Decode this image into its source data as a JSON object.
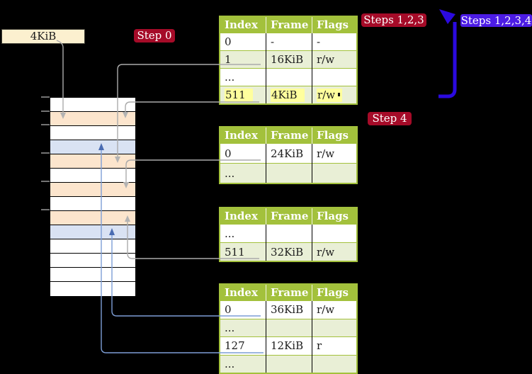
{
  "memory": {
    "page_size_label": "4KiB",
    "rows": [
      "white",
      "orange",
      "white",
      "blue",
      "orange",
      "white",
      "orange",
      "white",
      "orange",
      "blue",
      "white",
      "white",
      "white",
      "white"
    ]
  },
  "labels": {
    "step0": "Step 0",
    "steps123": "Steps 1,2,3",
    "steps1234": "Steps 1,2,3,4",
    "step4": "Step 4"
  },
  "tables": [
    {
      "headers": [
        "Index",
        "Frame",
        "Flags"
      ],
      "rows": [
        [
          "0",
          "-",
          "-"
        ],
        [
          "1",
          "16KiB",
          "r/w"
        ],
        [
          "...",
          "",
          ""
        ],
        [
          "511",
          "4KiB",
          "r/w"
        ]
      ],
      "highlight_row": 3
    },
    {
      "headers": [
        "Index",
        "Frame",
        "Flags"
      ],
      "rows": [
        [
          "0",
          "24KiB",
          "r/w"
        ],
        [
          "...",
          "",
          ""
        ]
      ],
      "highlight_row": null
    },
    {
      "headers": [
        "Index",
        "Frame",
        "Flags"
      ],
      "rows": [
        [
          "...",
          "",
          ""
        ],
        [
          "511",
          "32KiB",
          "r/w"
        ]
      ],
      "highlight_row": null
    },
    {
      "headers": [
        "Index",
        "Frame",
        "Flags"
      ],
      "rows": [
        [
          "0",
          "36KiB",
          "r/w"
        ],
        [
          "...",
          "",
          ""
        ],
        [
          "127",
          "12KiB",
          "r"
        ],
        [
          "...",
          "",
          ""
        ]
      ],
      "highlight_row": null
    }
  ],
  "colors": {
    "background": "#000000",
    "table_header_green": "#a3c13c",
    "table_row_green": "#e9efd6",
    "memory_orange": "#fce5cd",
    "memory_blue": "#d9e2f3",
    "step_badge_red": "#a50b28",
    "steps_badge_purple": "#4c1ce5",
    "highlight_yellow": "#ffff9d",
    "connector_gray": "#aaaaaa",
    "connector_blue": "#7d9ed6",
    "connector_blue_head": "#4a6cb2",
    "recursive_arrow_blue": "#2b0adf"
  }
}
